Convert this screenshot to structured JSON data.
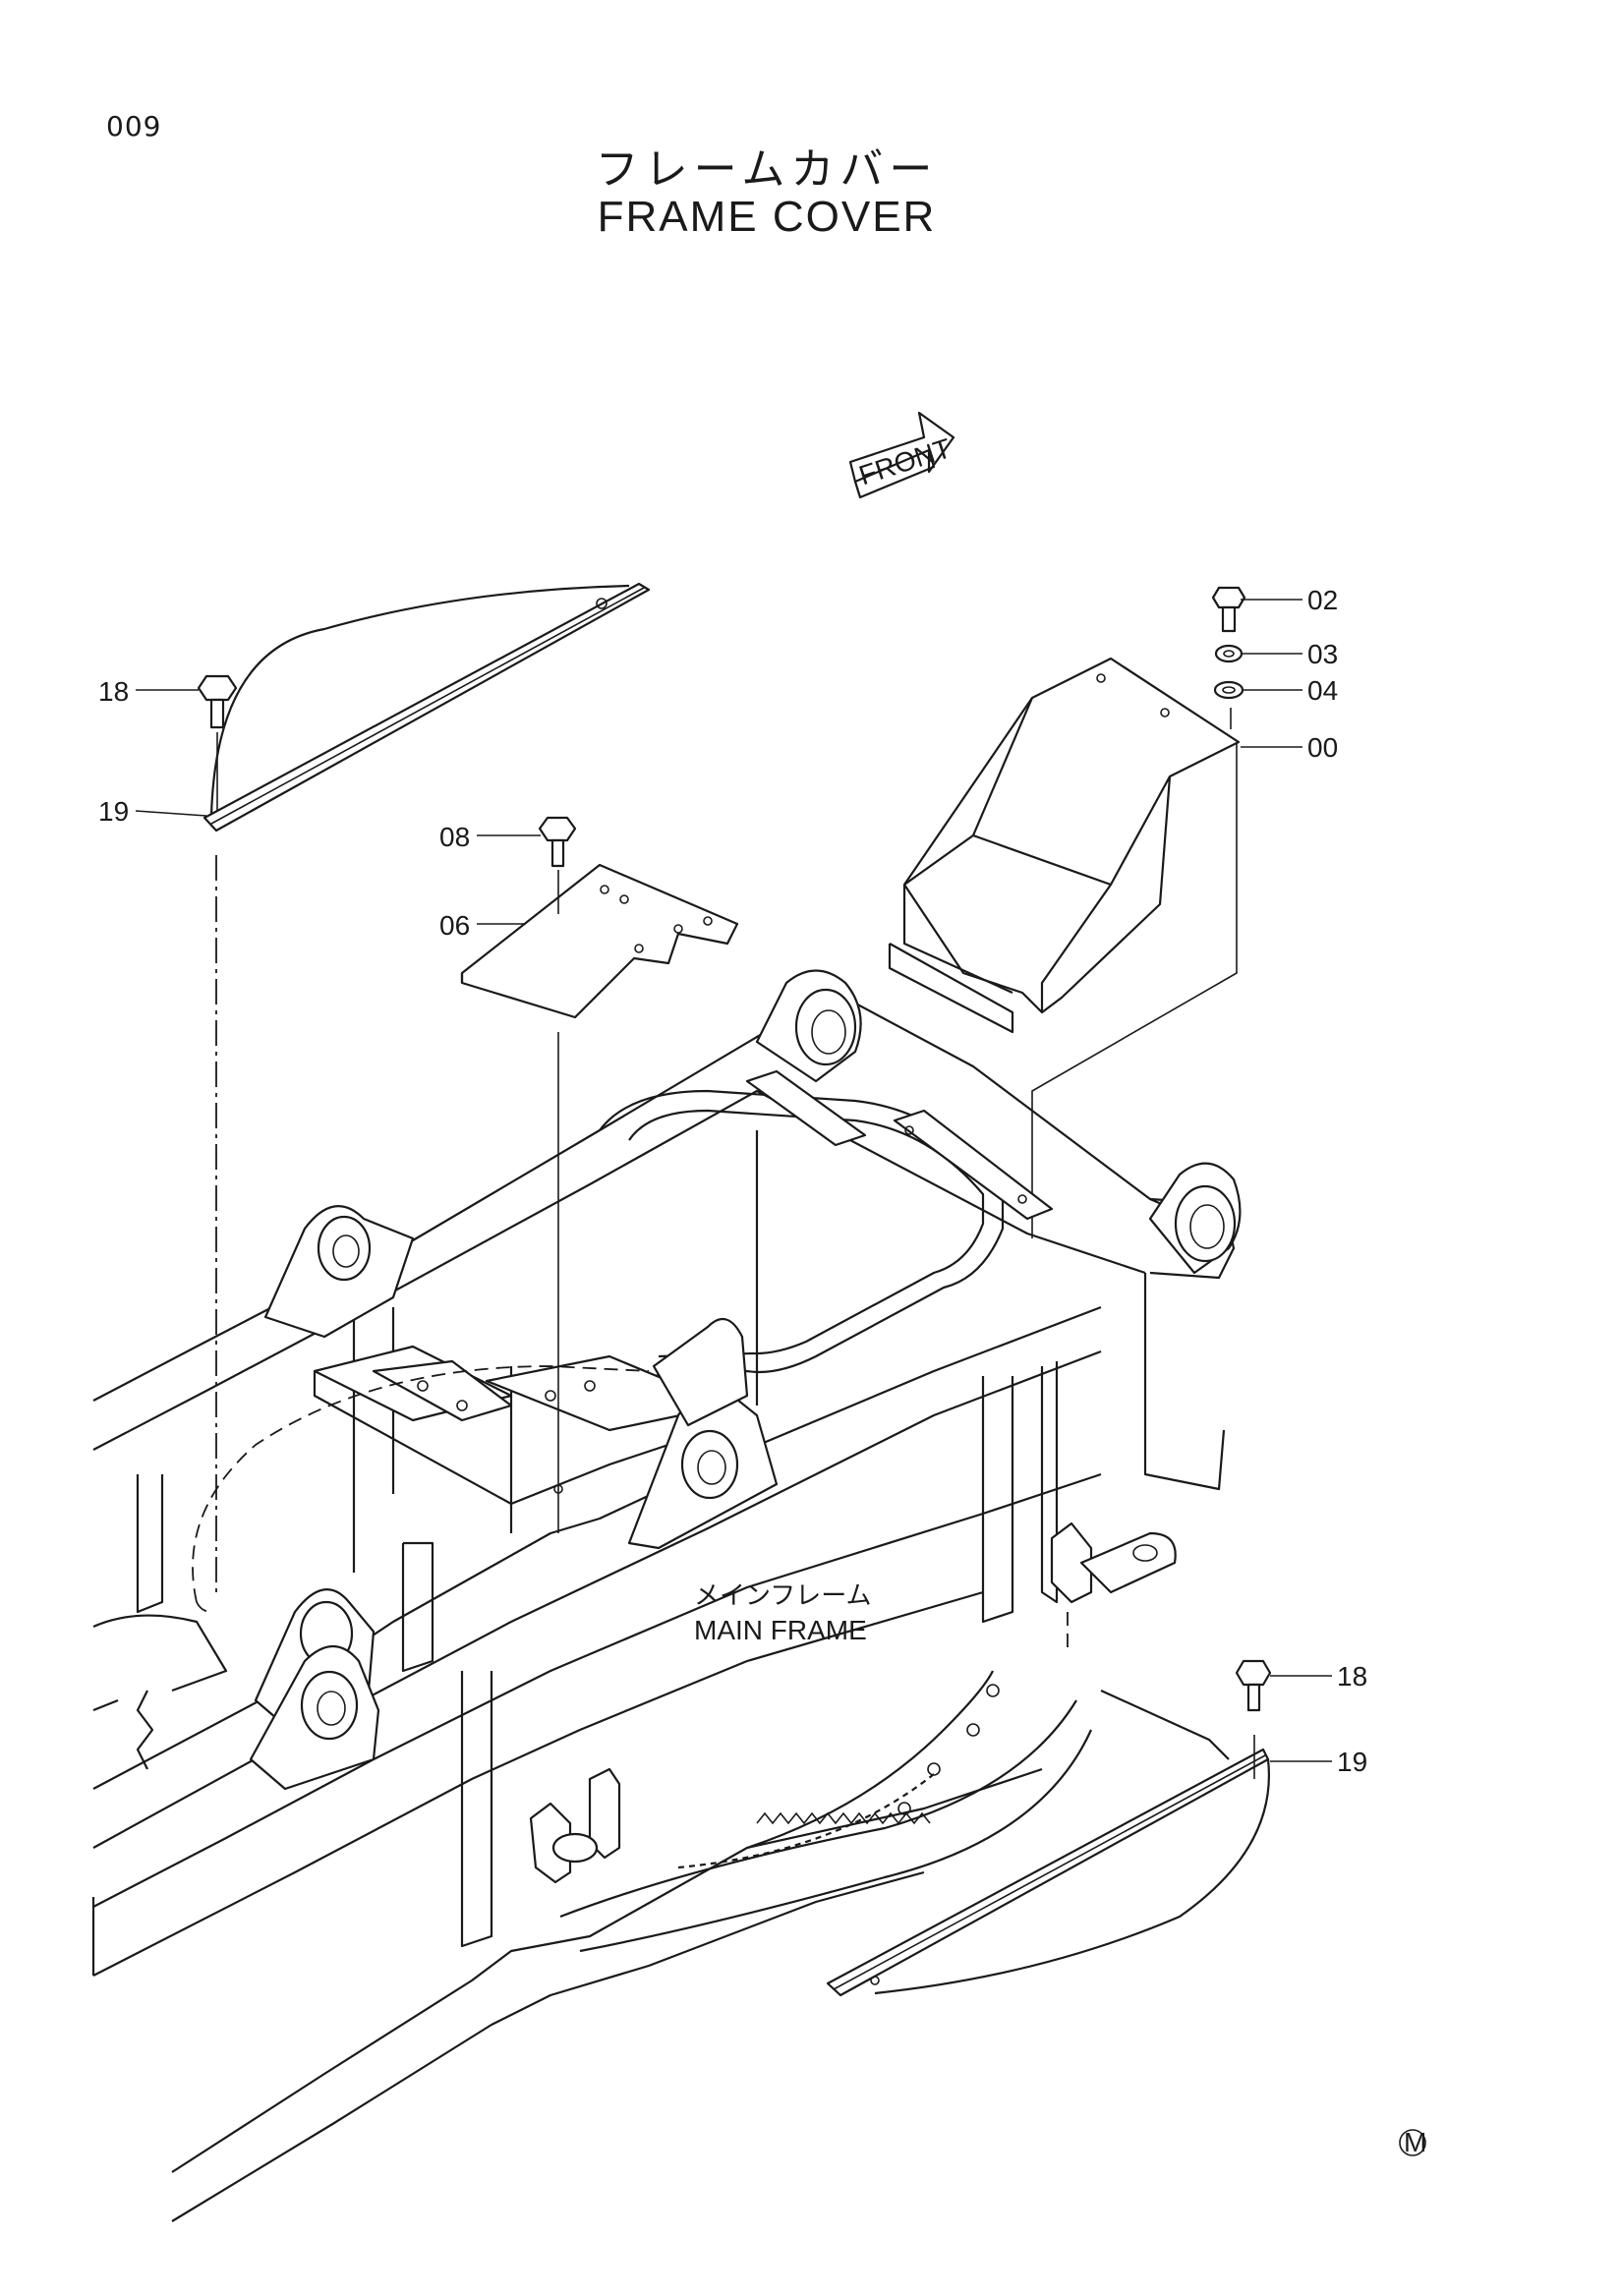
{
  "page": {
    "number": "009"
  },
  "title": {
    "japanese": "フレームカバー",
    "english": "FRAME COVER"
  },
  "front_arrow": {
    "label": "FRONT"
  },
  "main_frame": {
    "label_jp": "メインフレーム",
    "label_en": "MAIN FRAME"
  },
  "callouts": [
    {
      "id": "02",
      "label": "02"
    },
    {
      "id": "03",
      "label": "03"
    },
    {
      "id": "04",
      "label": "04"
    },
    {
      "id": "00",
      "label": "00"
    },
    {
      "id": "18a",
      "label": "18"
    },
    {
      "id": "19a",
      "label": "19"
    },
    {
      "id": "08",
      "label": "08"
    },
    {
      "id": "06",
      "label": "06"
    },
    {
      "id": "18b",
      "label": "18"
    },
    {
      "id": "19b",
      "label": "19"
    }
  ],
  "symbol": {
    "label": "M"
  }
}
